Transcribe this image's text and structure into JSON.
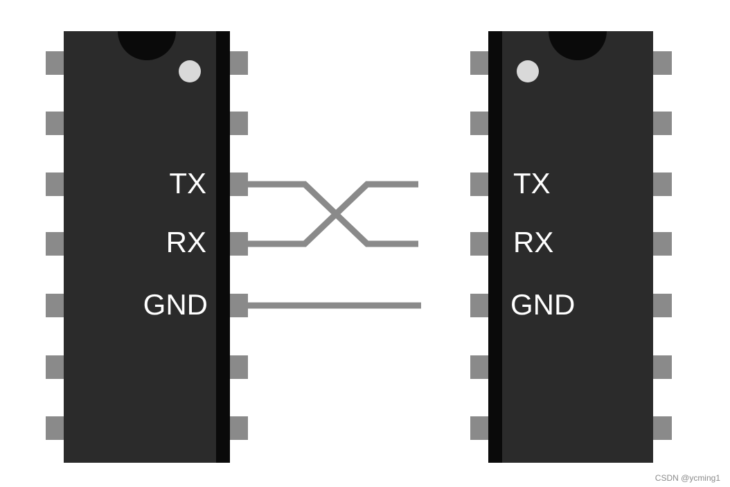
{
  "chips": {
    "left": {
      "pins": {
        "tx": "TX",
        "rx": "RX",
        "gnd": "GND"
      }
    },
    "right": {
      "pins": {
        "tx": "TX",
        "rx": "RX",
        "gnd": "GND"
      }
    }
  },
  "watermark": "CSDN @ycming1",
  "colors": {
    "chip_body": "#2b2b2b",
    "chip_shade": "#0a0a0a",
    "pin": "#8a8a8a",
    "wire": "#8a8a8a",
    "dot": "#d9d9d9",
    "label": "#ffffff"
  }
}
